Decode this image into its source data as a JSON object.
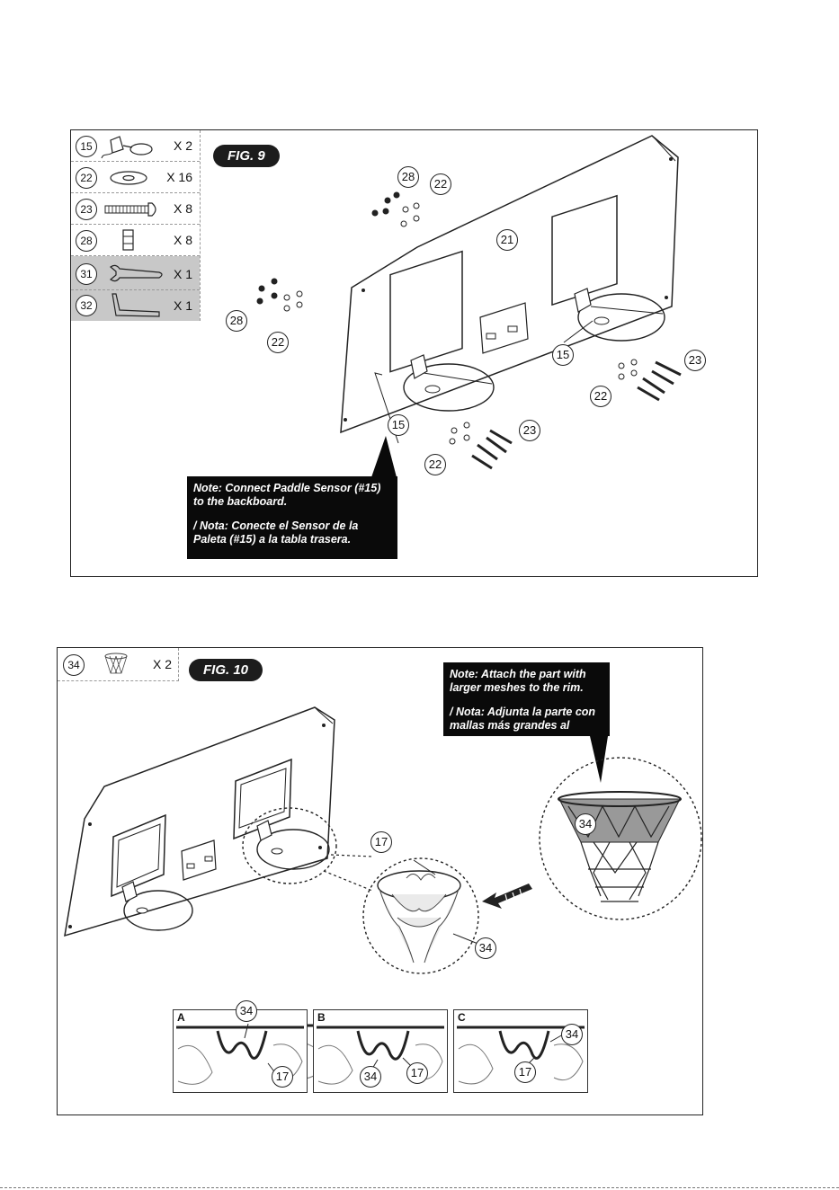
{
  "fig9": {
    "title": "FIG. 9",
    "parts": [
      {
        "num": "15",
        "qty": "X 2",
        "shaded": false
      },
      {
        "num": "22",
        "qty": "X 16",
        "shaded": false
      },
      {
        "num": "23",
        "qty": "X 8",
        "shaded": false
      },
      {
        "num": "28",
        "qty": "X 8",
        "shaded": false
      },
      {
        "num": "31",
        "qty": "X 1",
        "shaded": true
      },
      {
        "num": "32",
        "qty": "X 1",
        "shaded": true
      }
    ],
    "callouts": {
      "c28a": "28",
      "c22a": "22",
      "c21": "21",
      "c28b": "28",
      "c22b": "22",
      "c15a": "15",
      "c15b": "15",
      "c23a": "23",
      "c22c": "22",
      "c23b": "23",
      "c22d": "22"
    },
    "note_en": "Note: Connect Paddle Sensor (#15) to the backboard.",
    "note_es": "/ Nota: Conecte el Sensor de la Paleta (#15) a la tabla trasera."
  },
  "fig10": {
    "title": "FIG. 10",
    "part": {
      "num": "34",
      "qty": "X 2"
    },
    "note_en": "Note: Attach the part with larger meshes to the rim.",
    "note_es": "/ Nota: Adjunta la parte con mallas más grandes al cerco.",
    "callouts": {
      "c17": "17",
      "c34a": "34",
      "c34b": "34"
    },
    "steps": [
      {
        "letter": "A",
        "labels": {
          "top": "34",
          "bottom": "17"
        }
      },
      {
        "letter": "B",
        "labels": {
          "mid": "34",
          "bottom": "17"
        }
      },
      {
        "letter": "C",
        "labels": {
          "top": "34",
          "bottom": "17"
        }
      }
    ]
  }
}
